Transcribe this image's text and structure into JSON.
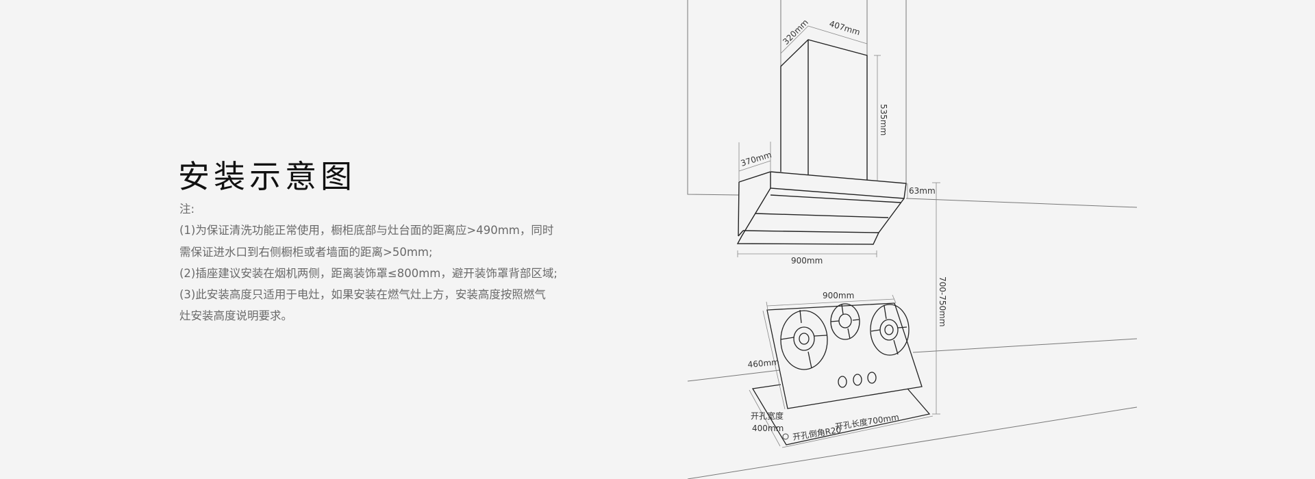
{
  "title": "安装示意图",
  "notes": {
    "label": "注:",
    "lines": [
      "(1)为保证清洗功能正常使用，橱柜底部与灶台面的距离应>490mm，同时",
      "需保证进水口到右侧橱柜或者墙面的距离>50mm;",
      "(2)插座建议安装在烟机两侧，距离装饰罩≤800mm，避开装饰罩背部区域;",
      "(3)此安装高度只适用于电灶，如果安装在燃气灶上方，安装高度按照燃气",
      "灶安装高度说明要求。"
    ]
  },
  "diagram": {
    "hood": {
      "chimney_depth": "320mm",
      "chimney_width": "407mm",
      "chimney_height": "535mm",
      "hood_depth": "370mm",
      "hood_thickness": "63mm",
      "hood_width": "900mm"
    },
    "install_height": "700-750mm",
    "hob": {
      "width": "900mm",
      "depth": "460mm",
      "cutout_width_label": "开孔宽度",
      "cutout_width_value": "400mm",
      "cutout_corner": "开孔倒角R20",
      "cutout_length": "开孔长度700mm"
    }
  }
}
